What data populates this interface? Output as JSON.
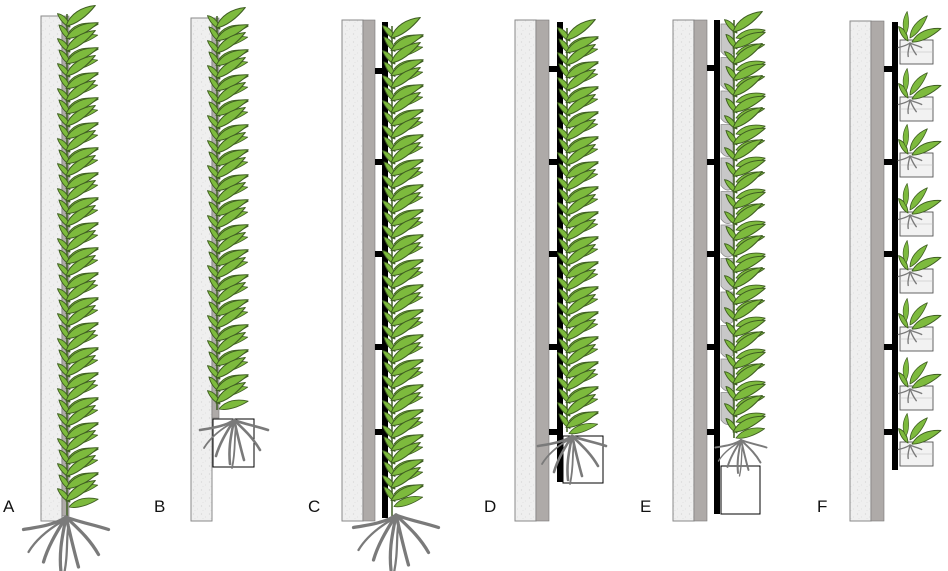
{
  "panels": [
    {
      "label": "A",
      "type": "wall-rooted"
    },
    {
      "label": "B",
      "type": "wall-container"
    },
    {
      "label": "C",
      "type": "frame-rooted"
    },
    {
      "label": "D",
      "type": "frame-container"
    },
    {
      "label": "E",
      "type": "frame-troughs"
    },
    {
      "label": "F",
      "type": "frame-modular-pots"
    }
  ],
  "colors": {
    "wall": "#efefef",
    "wall_stroke": "#8a8a8a",
    "board": "#aeaaa8",
    "frame": "#000000",
    "leaf": "#7dba3d",
    "leaf_stroke": "#3f5e22",
    "root": "#7a7a7a",
    "trough": "#c8c8c8",
    "pot": "#f2f2f2"
  }
}
